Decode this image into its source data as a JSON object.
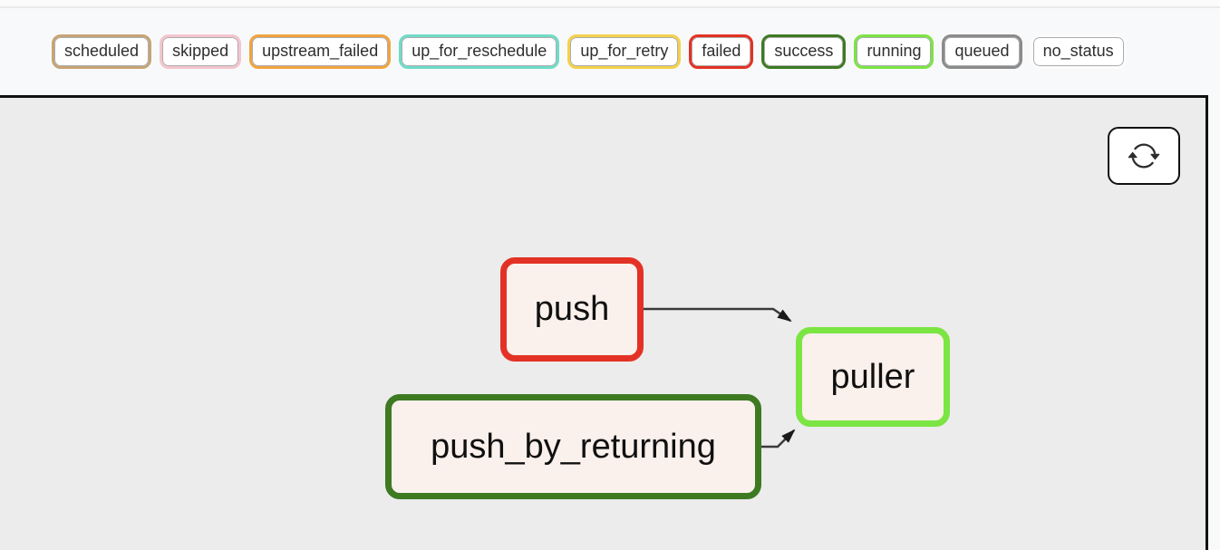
{
  "legend": {
    "statuses": [
      {
        "label": "scheduled",
        "color": "#c7a474"
      },
      {
        "label": "skipped",
        "color": "#f4c5ce"
      },
      {
        "label": "upstream_failed",
        "color": "#efa440"
      },
      {
        "label": "up_for_reschedule",
        "color": "#6fdbc7"
      },
      {
        "label": "up_for_retry",
        "color": "#f2d14c"
      },
      {
        "label": "failed",
        "color": "#e33225"
      },
      {
        "label": "success",
        "color": "#3d7a22"
      },
      {
        "label": "running",
        "color": "#7be543"
      },
      {
        "label": "queued",
        "color": "#8b8b8b"
      },
      {
        "label": "no_status",
        "color": "#fbfbfb"
      }
    ]
  },
  "toolbar": {
    "refresh_button": "refresh"
  },
  "graph": {
    "nodes": [
      {
        "id": "push",
        "label": "push",
        "state": "failed",
        "border_color": "#e33225",
        "fill_color": "#faf0ec"
      },
      {
        "id": "puller",
        "label": "puller",
        "state": "running",
        "border_color": "#7be543",
        "fill_color": "#faf0ec"
      },
      {
        "id": "push_by_returning",
        "label": "push_by_returning",
        "state": "success",
        "border_color": "#3d7a22",
        "fill_color": "#faf0ec"
      }
    ],
    "edges": [
      {
        "from": "push",
        "to": "puller"
      },
      {
        "from": "push_by_returning",
        "to": "puller"
      }
    ]
  },
  "colors": {
    "graph_background": "#ececec",
    "legend_background": "#f8f9fa",
    "node_fill": "#faf0ec",
    "edge": "#3a3a3a",
    "container_border": "#111111"
  }
}
